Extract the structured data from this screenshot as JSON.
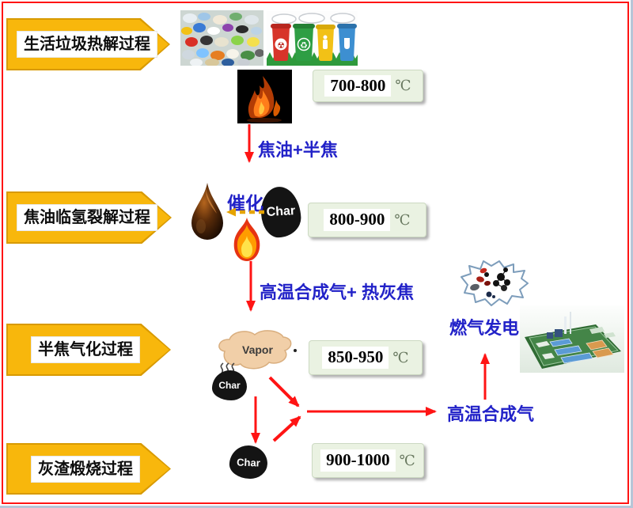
{
  "colors": {
    "accent_yellow": "#f8b70c",
    "arrow_border": "#d89a00",
    "temp_box_bg": "#eaf2e2",
    "blue_text": "#2222c8",
    "red_arrow": "#ff1414",
    "page_border": "#ff1414",
    "catalysis_arrow": "#e6a400"
  },
  "stages": [
    {
      "label": "生活垃圾热解过程",
      "temp": "700-800"
    },
    {
      "label": "焦油临氢裂解过程",
      "temp": "800-900"
    },
    {
      "label": "半焦气化过程",
      "temp": "850-950"
    },
    {
      "label": "灰渣煅烧过程",
      "temp": "900-1000"
    }
  ],
  "temp_unit": "℃",
  "flow": {
    "tar_semicoke": "焦油+半焦",
    "catalysis": "催化",
    "syngas_hot_ash": "高温合成气+ 热灰焦",
    "syngas": "高温合成气",
    "gas_power": "燃气发电"
  },
  "labels": {
    "char": "Char",
    "vapor": "Vapor"
  }
}
